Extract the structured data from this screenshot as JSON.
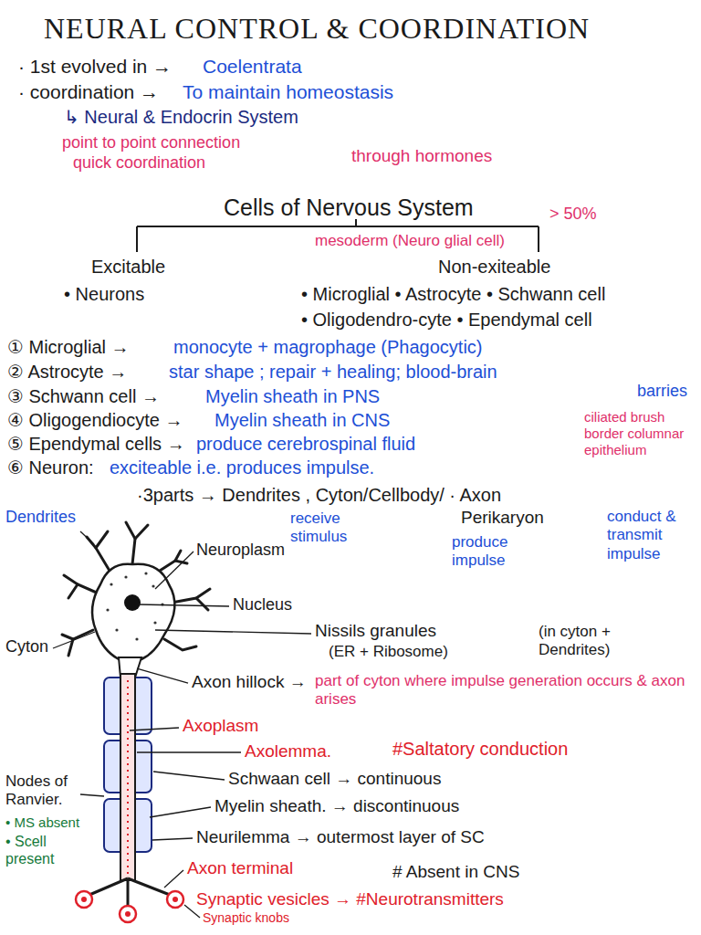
{
  "diagram": {
    "title": "NEURAL CONTROL & COORDINATION",
    "labels": [
      "· 1st evolved in →",
      "Coelentrata",
      "· coordination →",
      "To maintain homeostasis",
      "↳ Neural & Endocrin System",
      "point to point connection",
      "quick coordination",
      "through hormones",
      "Cells of Nervous System",
      "> 50%",
      "mesoderm (Neuro glial cell)",
      "Excitable",
      "Non-exiteable",
      "• Neurons",
      "• Microglial • Astrocyte • Schwann cell",
      "• Oligodendro-cyte • Ependymal cell",
      "① Microglial →",
      "monocyte + magrophage (Phagocytic)",
      "② Astrocyte →",
      "star shape ; repair + healing; blood-brain",
      "barries",
      "③ Schwann cell →",
      "Myelin sheath in PNS",
      "④ Oligogendiocyte →",
      "Myelin sheath in CNS",
      "⑤ Ependymal cells →",
      "produce cerebrospinal fluid",
      "ciliated brush border columnar epithelium",
      "⑥ Neuron:",
      "exciteable i.e. produces impulse.",
      "·3parts → Dendrites , Cyton/Cellbody/ · Axon",
      "Perikaryon",
      "receive stimulus",
      "produce impulse",
      "conduct & transmit impulse",
      "Dendrites",
      "Neuroplasm",
      "Nucleus",
      "Nissils granules",
      "(ER + Ribosome)",
      "(in cyton + Dendrites)",
      "Cyton",
      "Axon hillock →",
      "part of cyton where impulse generation occurs & axon arises",
      "Axoplasm",
      "Axolemma.",
      "#Saltatory conduction",
      "Nodes of Ranvier.",
      "• MS absent",
      "• Scell present",
      "Schwaan cell → continuous",
      "Myelin sheath. → discontinuous",
      "Neurilemma → outermost layer of SC",
      "Axon terminal",
      "# Absent in CNS",
      "Synaptic vesicles → #Neurotransmitters",
      "Synaptic knobs"
    ]
  }
}
